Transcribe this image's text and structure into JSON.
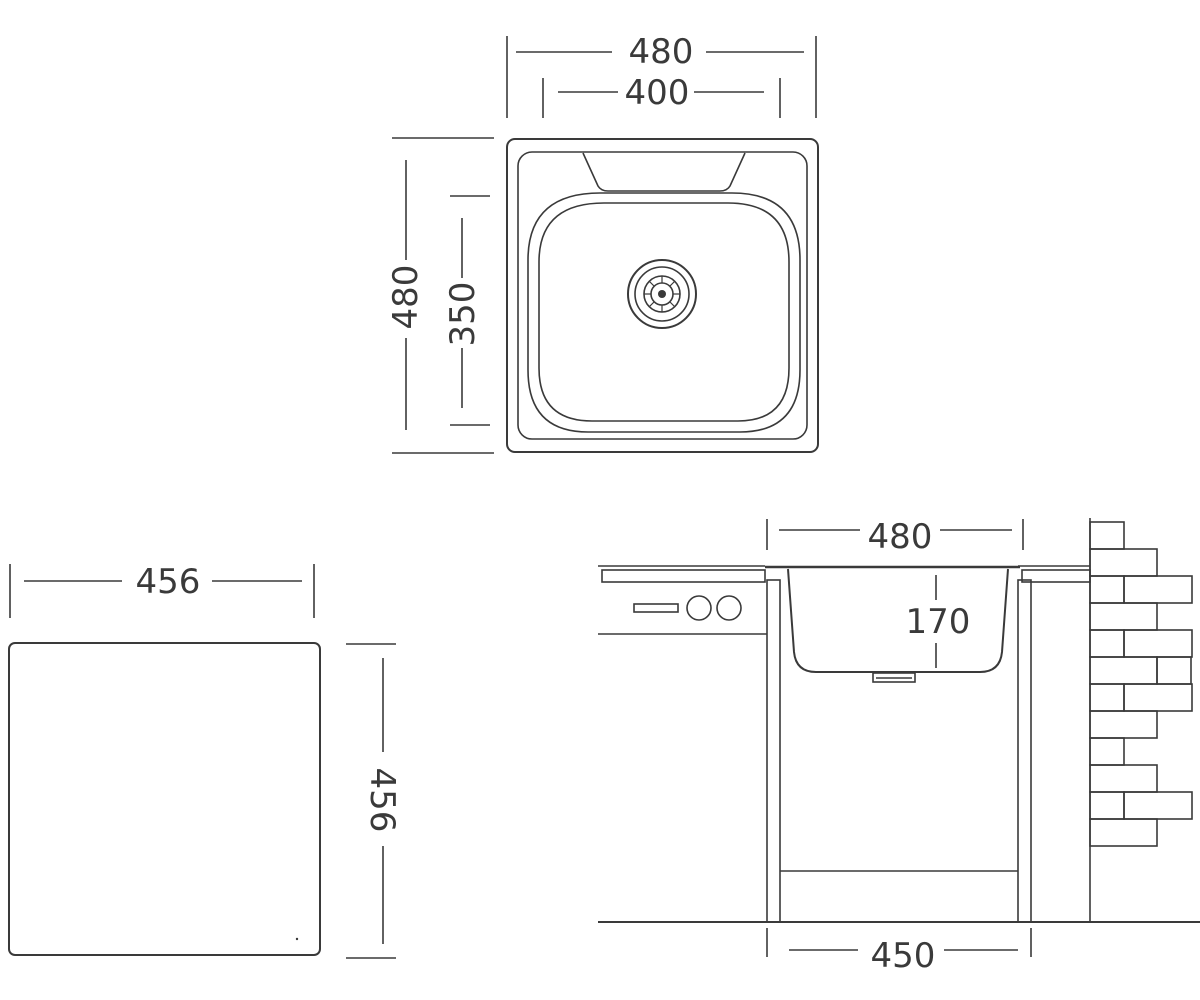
{
  "top_view": {
    "width_outer": "480",
    "width_bowl": "400",
    "height_outer": "480",
    "height_bowl": "350"
  },
  "cutout": {
    "width": "456",
    "height": "456"
  },
  "section": {
    "top_width": "480",
    "depth": "170",
    "cabinet_width": "450"
  }
}
